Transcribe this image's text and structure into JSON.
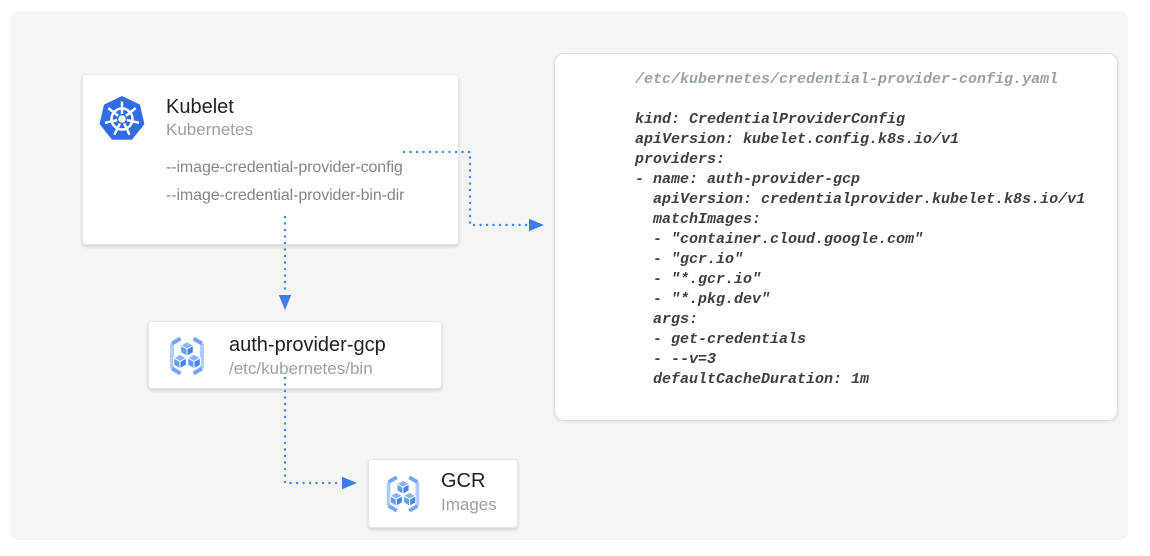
{
  "diagram": {
    "nodes": {
      "kubelet": {
        "title": "Kubelet",
        "subtitle": "Kubernetes",
        "icon": "kubernetes-icon",
        "flags": [
          "--image-credential-provider-config",
          "--image-credential-provider-bin-dir"
        ]
      },
      "auth_provider": {
        "title": "auth-provider-gcp",
        "subtitle": "/etc/kubernetes/bin",
        "icon": "gcr-icon"
      },
      "gcr": {
        "title": "GCR",
        "subtitle": "Images",
        "icon": "gcr-icon"
      }
    },
    "code_panel": {
      "filename": "/etc/kubernetes/credential-provider-config.yaml",
      "lines": [
        "kind: CredentialProviderConfig",
        "apiVersion: kubelet.config.k8s.io/v1",
        "providers:",
        "- name: auth-provider-gcp",
        "  apiVersion: credentialprovider.kubelet.k8s.io/v1",
        "  matchImages:",
        "  - \"container.cloud.google.com\"",
        "  - \"gcr.io\"",
        "  - \"*.gcr.io\"",
        "  - \"*.pkg.dev\"",
        "  args:",
        "  - get-credentials",
        "  - --v=3",
        "  defaultCacheDuration: 1m"
      ]
    },
    "connections": [
      {
        "from": "kubelet-flag-config",
        "to": "config-file-panel",
        "style": "dotted-arrow"
      },
      {
        "from": "kubelet",
        "to": "auth-provider-gcp",
        "style": "dotted-arrow"
      },
      {
        "from": "auth-provider-gcp",
        "to": "gcr",
        "style": "dotted-arrow"
      }
    ],
    "colors": {
      "accent_blue": "#4285f4",
      "kubernetes_blue": "#326ce5",
      "canvas_bg": "#f5f5f5",
      "code_text": "#3c4043",
      "muted_text": "#9aa0a6"
    }
  }
}
